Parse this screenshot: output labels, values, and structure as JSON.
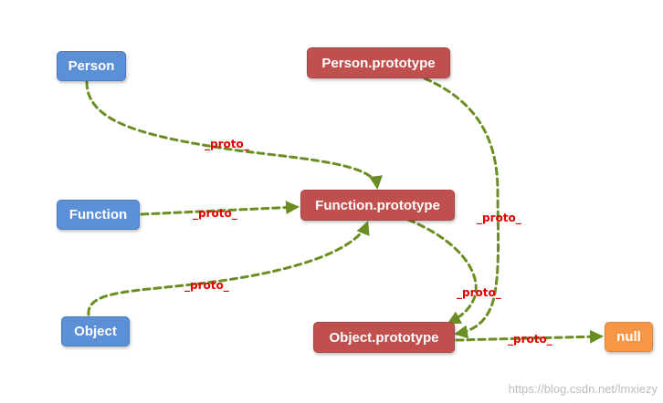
{
  "nodes": {
    "person": {
      "label": "Person",
      "color": "#5b8fd6"
    },
    "function": {
      "label": "Function",
      "color": "#5b8fd6"
    },
    "object": {
      "label": "Object",
      "color": "#5b8fd6"
    },
    "person_prototype": {
      "label": "Person.prototype",
      "color": "#c0504d"
    },
    "function_prototype": {
      "label": "Function.prototype",
      "color": "#c0504d"
    },
    "object_prototype": {
      "label": "Object.prototype",
      "color": "#c0504d"
    },
    "null": {
      "label": "null",
      "color": "#f79646"
    }
  },
  "edges": [
    {
      "from": "Person",
      "to": "Function.prototype",
      "label": "_proto_"
    },
    {
      "from": "Function",
      "to": "Function.prototype",
      "label": "_proto_"
    },
    {
      "from": "Object",
      "to": "Function.prototype",
      "label": "_proto_"
    },
    {
      "from": "Person.prototype",
      "to": "Object.prototype",
      "label": "_proto_"
    },
    {
      "from": "Function.prototype",
      "to": "Object.prototype",
      "label": "_proto_"
    },
    {
      "from": "Object.prototype",
      "to": "null",
      "label": "_proto_"
    }
  ],
  "edge_color": "#6b8e23",
  "watermark": "https://blog.csdn.net/lmxiezy"
}
